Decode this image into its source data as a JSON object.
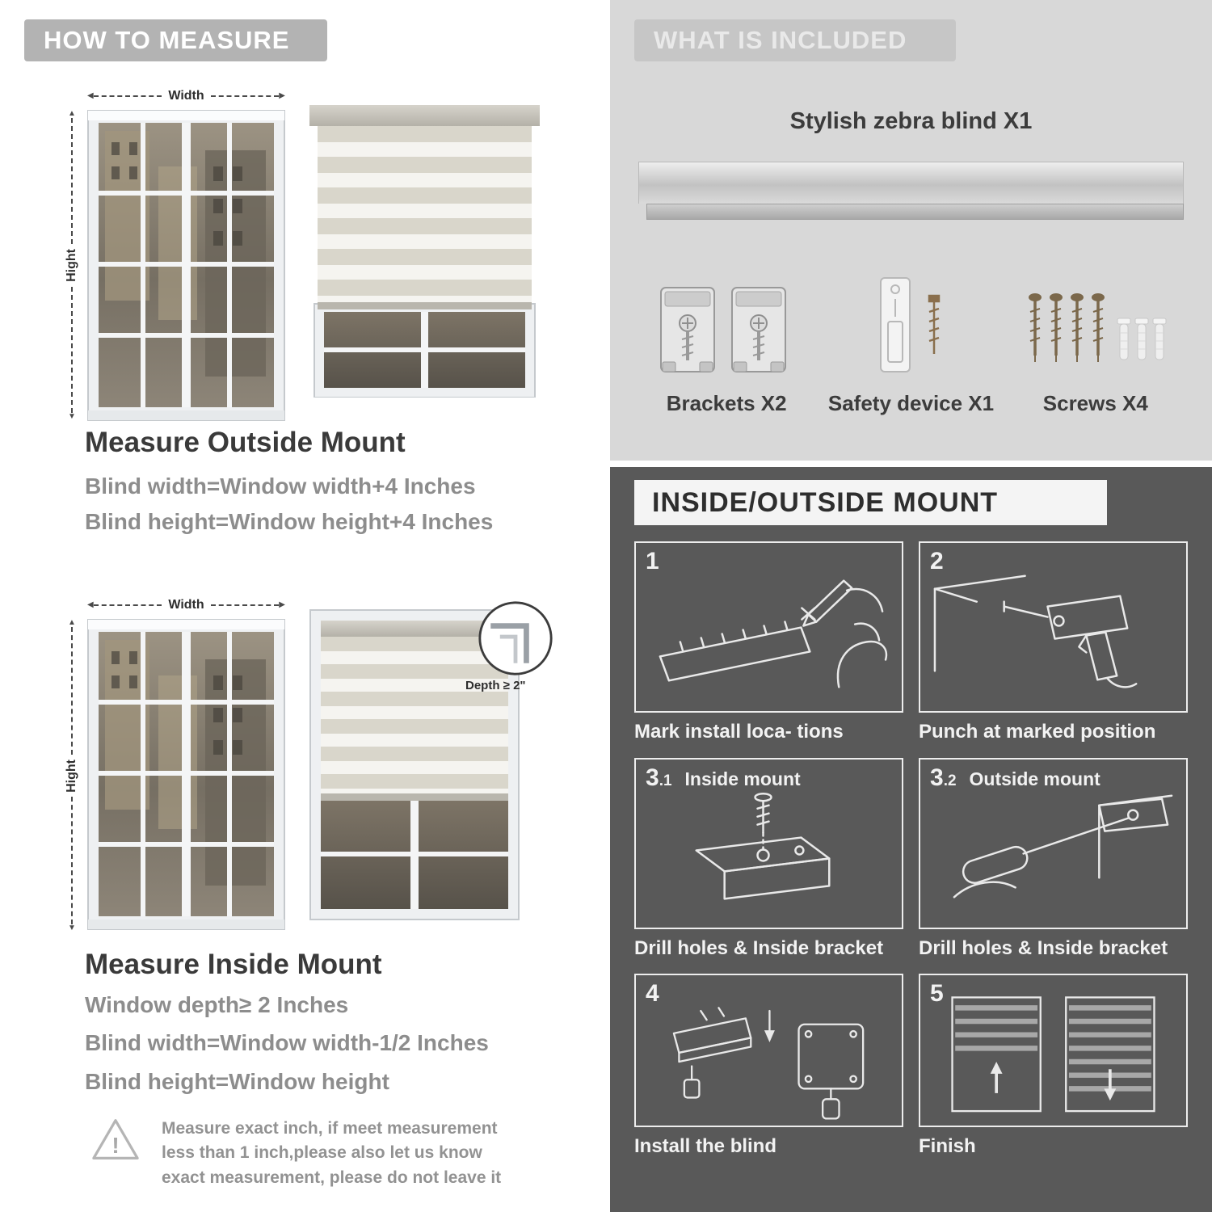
{
  "left": {
    "header": "HOW TO MEASURE",
    "annotations": {
      "width": "Width",
      "height": "Hight"
    },
    "outside": {
      "title": "Measure Outside Mount",
      "line1": "Blind width=Window width+4 Inches",
      "line2": "Blind height=Window height+4 Inches"
    },
    "inside": {
      "title": "Measure Inside Mount",
      "depth_label": "Depth ≥ 2\"",
      "line1": "Window depth≥ 2 Inches",
      "line2": "Blind width=Window width-1/2 Inches",
      "line3": "Blind height=Window height"
    },
    "warning": {
      "mark": "!",
      "text": "Measure exact inch, if meet measurement less than 1 inch,please also let us know exact measurement, please do not leave it"
    }
  },
  "right": {
    "included": {
      "header": "WHAT IS INCLUDED",
      "product_label": "Stylish zebra blind X1",
      "items": [
        {
          "label": "Brackets X2"
        },
        {
          "label": "Safety device X1"
        },
        {
          "label": "Screws X4"
        }
      ]
    },
    "mount": {
      "header": "INSIDE/OUTSIDE MOUNT",
      "steps": [
        {
          "num": "1",
          "sub": "",
          "sublabel": "",
          "caption": "Mark install loca- tions"
        },
        {
          "num": "2",
          "sub": "",
          "sublabel": "",
          "caption": "Punch at marked position"
        },
        {
          "num": "3",
          "sub": ".1",
          "sublabel": "Inside mount",
          "caption": "Drill holes & Inside bracket"
        },
        {
          "num": "3",
          "sub": ".2",
          "sublabel": "Outside mount",
          "caption": "Drill holes & Inside bracket"
        },
        {
          "num": "4",
          "sub": "",
          "sublabel": "",
          "caption": "Install the blind"
        },
        {
          "num": "5",
          "sub": "",
          "sublabel": "",
          "caption": "Finish"
        }
      ]
    }
  },
  "colors": {
    "banner_gray": "#b3b3b3",
    "light_section": "#d8d8d8",
    "included_banner": "#c6c6c6",
    "dark_section": "#595959",
    "text_dark": "#3a3a3a",
    "text_gray": "#8d8d8d",
    "panel_border": "#ededed"
  }
}
